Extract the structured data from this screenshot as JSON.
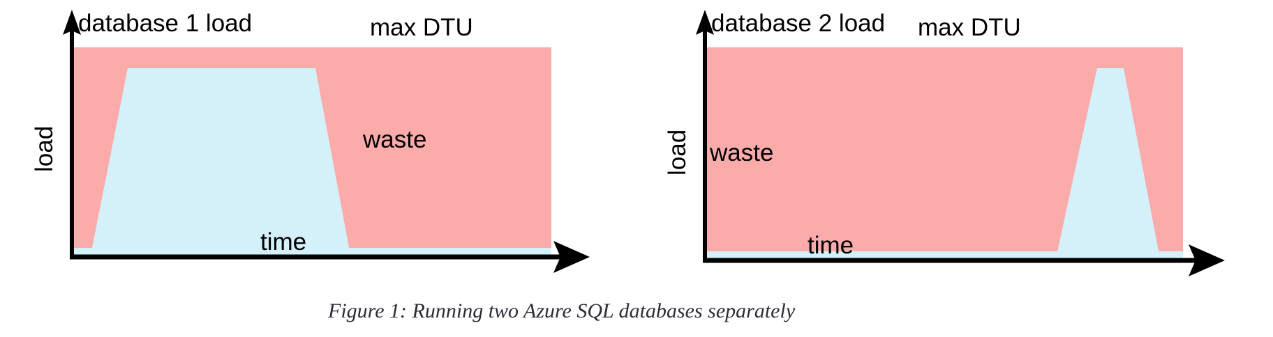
{
  "figure": {
    "caption": "Figure 1: Running two Azure SQL databases separately",
    "background_color": "#ffffff",
    "axis_color": "#000000"
  },
  "colors": {
    "waste_fill": "#fcabab",
    "load_fill": "#d4f1fa",
    "axis": "#000000",
    "text": "#000000",
    "caption_text": "#2b2b38"
  },
  "charts": [
    {
      "id": "database-1",
      "title": "database 1 load",
      "capacity_label": "max DTU",
      "waste_label": "waste",
      "x_axis_label": "time",
      "y_axis_label": "load"
    },
    {
      "id": "database-2",
      "title": "database 2 load",
      "capacity_label": "max DTU",
      "waste_label": "waste",
      "x_axis_label": "time",
      "y_axis_label": "load"
    }
  ],
  "chart_data": [
    {
      "type": "area",
      "id": "database-1",
      "title": "database 1 load",
      "xlabel": "time",
      "ylabel": "load",
      "xlim": [
        0,
        100
      ],
      "ylim": [
        0,
        100
      ],
      "grid": false,
      "legend": "none",
      "annotations": [
        "max DTU",
        "waste"
      ],
      "series": [
        {
          "name": "max DTU",
          "kind": "capacity-band",
          "color": "#fcabab",
          "x": [
            0,
            100
          ],
          "values": [
            100,
            100
          ]
        },
        {
          "name": "database 1 load",
          "kind": "load-area",
          "color": "#d4f1fa",
          "x": [
            0,
            4,
            11,
            51,
            58,
            100
          ],
          "values": [
            0,
            0,
            90,
            90,
            0,
            0
          ]
        }
      ]
    },
    {
      "type": "area",
      "id": "database-2",
      "title": "database 2 load",
      "xlabel": "time",
      "ylabel": "load",
      "xlim": [
        0,
        100
      ],
      "ylim": [
        0,
        100
      ],
      "grid": false,
      "legend": "none",
      "annotations": [
        "max DTU",
        "waste"
      ],
      "series": [
        {
          "name": "max DTU",
          "kind": "capacity-band",
          "color": "#fcabab",
          "x": [
            0,
            100
          ],
          "values": [
            100,
            100
          ]
        },
        {
          "name": "database 2 load",
          "kind": "load-area",
          "color": "#d4f1fa",
          "x": [
            0,
            73,
            82,
            88,
            95,
            100
          ],
          "values": [
            0,
            0,
            90,
            90,
            0,
            0
          ]
        }
      ]
    }
  ]
}
